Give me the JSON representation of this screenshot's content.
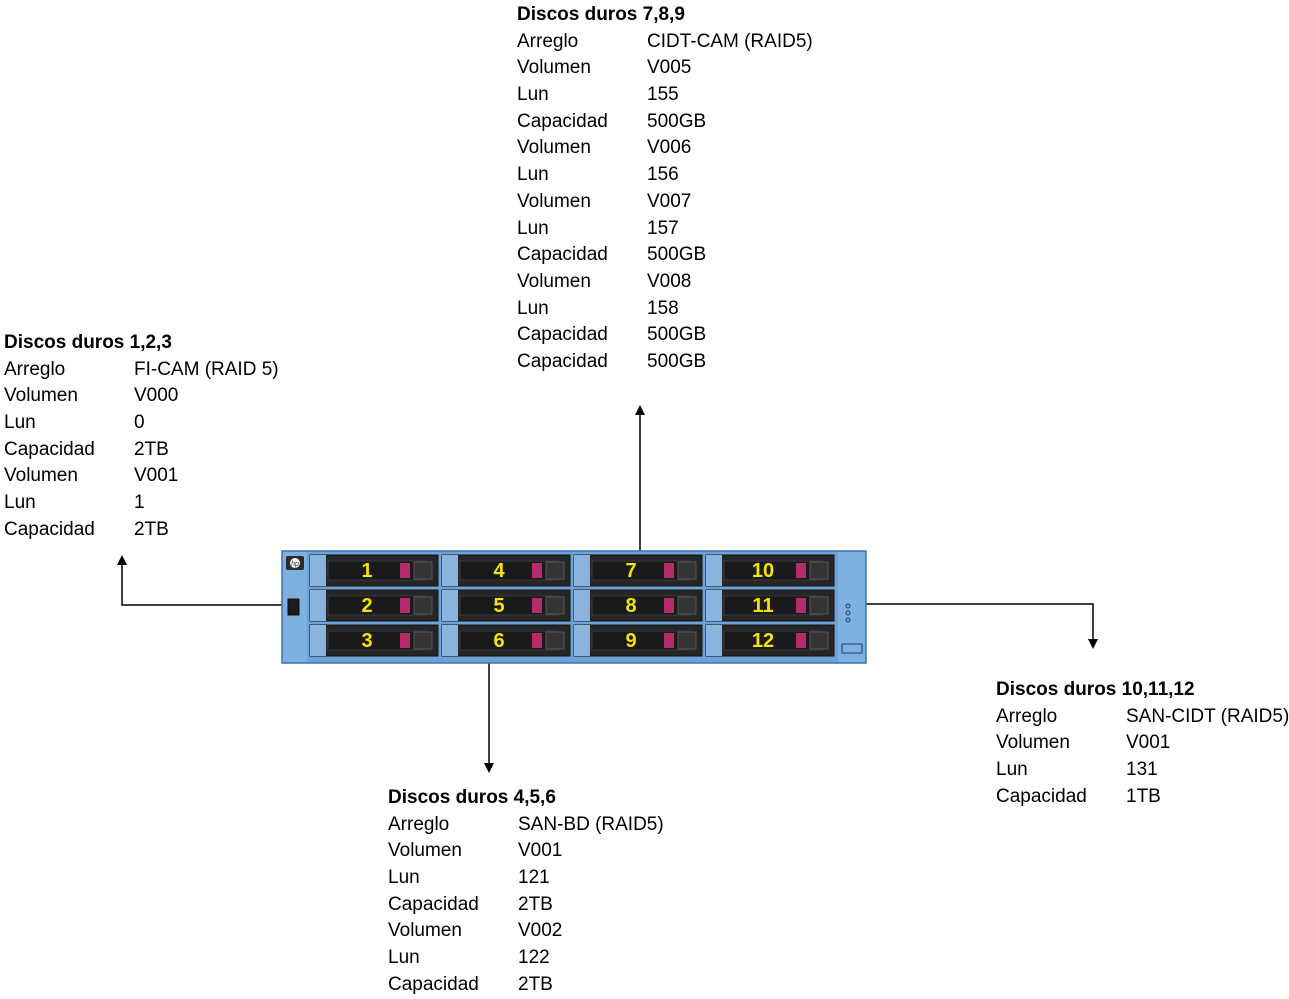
{
  "colors": {
    "chassis": "#6fa3d8",
    "chassis_border": "#3f74b0",
    "bay": "#262626",
    "bay_handle": "#8ab4de",
    "drive_led": "#b52a6a",
    "bay_number": "#f5e400",
    "connector": "#000000"
  },
  "server": {
    "logo_icon": "hp-logo-icon",
    "bays": [
      {
        "number": "1"
      },
      {
        "number": "4"
      },
      {
        "number": "7"
      },
      {
        "number": "10"
      },
      {
        "number": "2"
      },
      {
        "number": "5"
      },
      {
        "number": "8"
      },
      {
        "number": "11"
      },
      {
        "number": "3"
      },
      {
        "number": "6"
      },
      {
        "number": "9"
      },
      {
        "number": "12"
      }
    ]
  },
  "groups": {
    "g789": {
      "title": "Discos duros 7,8,9",
      "rows": [
        {
          "label": "Arreglo",
          "value": "CIDT-CAM (RAID5)"
        },
        {
          "label": "Volumen",
          "value": "V005"
        },
        {
          "label": "Lun",
          "value": "155"
        },
        {
          "label": "Capacidad",
          "value": "500GB"
        },
        {
          "label": "Volumen",
          "value": "V006"
        },
        {
          "label": "Lun",
          "value": "156"
        },
        {
          "label": "Volumen",
          "value": "V007"
        },
        {
          "label": "Lun",
          "value": "157"
        },
        {
          "label": "Capacidad",
          "value": "500GB"
        },
        {
          "label": "Volumen",
          "value": "V008"
        },
        {
          "label": "Lun",
          "value": "158"
        },
        {
          "label": "Capacidad",
          "value": "500GB"
        },
        {
          "label": "Capacidad",
          "value": "500GB"
        }
      ]
    },
    "g123": {
      "title": "Discos duros 1,2,3",
      "rows": [
        {
          "label": "Arreglo",
          "value": "FI-CAM (RAID 5)"
        },
        {
          "label": "Volumen",
          "value": "V000"
        },
        {
          "label": "Lun",
          "value": "0"
        },
        {
          "label": "Capacidad",
          "value": "2TB"
        },
        {
          "label": "Volumen",
          "value": "V001"
        },
        {
          "label": "Lun",
          "value": "1"
        },
        {
          "label": "Capacidad",
          "value": "2TB"
        }
      ]
    },
    "g101112": {
      "title": "Discos duros 10,11,12",
      "rows": [
        {
          "label": "Arreglo",
          "value": "SAN-CIDT (RAID5)"
        },
        {
          "label": "Volumen",
          "value": "V001"
        },
        {
          "label": "Lun",
          "value": "131"
        },
        {
          "label": "Capacidad",
          "value": "1TB"
        }
      ]
    },
    "g456": {
      "title": "Discos duros 4,5,6",
      "rows": [
        {
          "label": "Arreglo",
          "value": "SAN-BD (RAID5)"
        },
        {
          "label": "Volumen",
          "value": "V001"
        },
        {
          "label": "Lun",
          "value": "121"
        },
        {
          "label": "Capacidad",
          "value": "2TB"
        },
        {
          "label": "Volumen",
          "value": "V002"
        },
        {
          "label": "Lun",
          "value": "122"
        },
        {
          "label": "Capacidad",
          "value": "2TB"
        }
      ]
    }
  }
}
